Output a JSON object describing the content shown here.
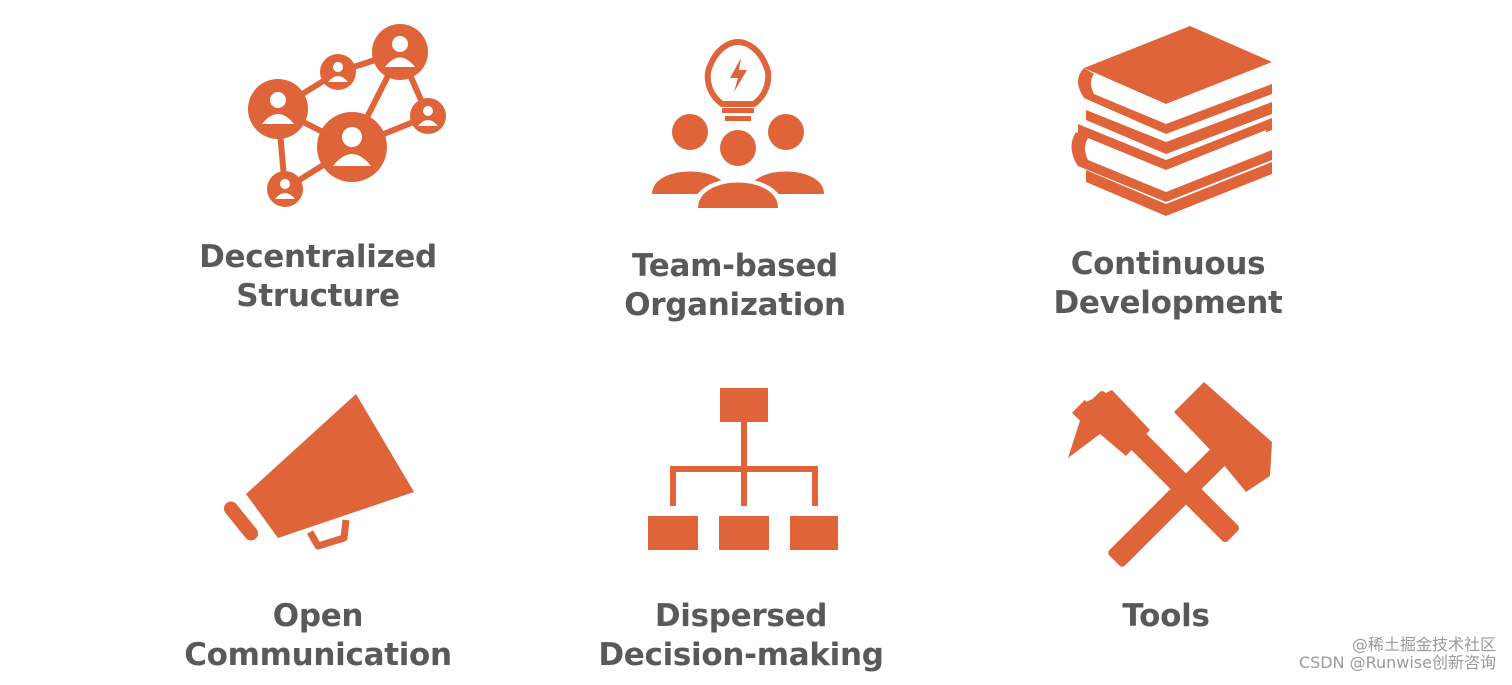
{
  "theme": {
    "accent": "#e0643a",
    "text": "#595959"
  },
  "items": [
    {
      "icon": "network-people-icon",
      "lines": [
        "Decentralized",
        "Structure"
      ]
    },
    {
      "icon": "team-idea-icon",
      "lines": [
        "Team-based",
        "Organization"
      ]
    },
    {
      "icon": "books-stack-icon",
      "lines": [
        "Continuous",
        "Development"
      ]
    },
    {
      "icon": "megaphone-icon",
      "lines": [
        "Open",
        "Communication"
      ]
    },
    {
      "icon": "org-chart-icon",
      "lines": [
        "Dispersed",
        "Decision-making"
      ]
    },
    {
      "icon": "hammers-icon",
      "lines": [
        "Tools"
      ]
    }
  ],
  "watermark": "CSDN @Runwise创新咨询",
  "watermark2": "@稀土掘金技术社区"
}
